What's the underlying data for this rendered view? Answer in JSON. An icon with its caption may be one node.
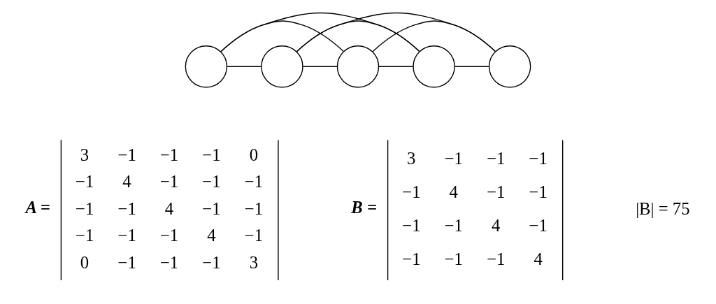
{
  "diagram": {
    "nodes": [
      {
        "text": [],
        "shape": "circle"
      },
      {
        "text": [],
        "shape": "circle"
      },
      {
        "text": [],
        "shape": "circle"
      },
      {
        "text": [],
        "shape": "circle"
      },
      {
        "text": [],
        "shape": "circle"
      }
    ],
    "edges": [
      {
        "from": 0,
        "to": 1,
        "arrow": "none"
      },
      {
        "from": 1,
        "to": 2,
        "arrow": "none"
      },
      {
        "from": 2,
        "to": 3,
        "arrow": "none"
      },
      {
        "from": 3,
        "to": 4,
        "arrow": "none"
      },
      {
        "from": 0,
        "to": 2,
        "arrow": "none"
      },
      {
        "from": 0,
        "to": 3,
        "arrow": "none"
      },
      {
        "from": 2,
        "to": 4,
        "arrow": "none"
      },
      {
        "from": 1,
        "to": 3,
        "arrow": "none"
      },
      {
        "from": 1,
        "to": 4,
        "arrow": "none"
      }
    ],
    "labels": [
      "A =",
      "3",
      "−1",
      "−1",
      "−1",
      "0",
      "−1",
      "4",
      "−1",
      "−1",
      "−1",
      "−1",
      "−1",
      "4",
      "−1",
      "−1",
      "−1",
      "−1",
      "−1",
      "4",
      "−1",
      "0",
      "−1",
      "−1",
      "−1",
      "3",
      "B =",
      "3",
      "−1",
      "−1",
      "−1",
      "−1",
      "4",
      "−1",
      "−1",
      "−1",
      "−1",
      "4",
      "−1",
      "−1",
      "−1",
      "−1",
      "4",
      "|B| = 75"
    ]
  }
}
